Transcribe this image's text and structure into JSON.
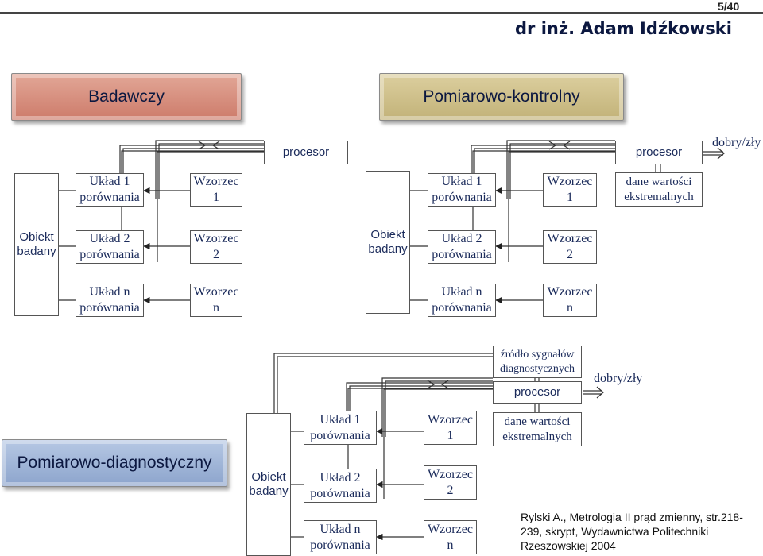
{
  "header": {
    "author": "dr inż. Adam Idźkowski",
    "page": "5/40"
  },
  "banners": {
    "badawczy": "Badawczy",
    "pomiarowo_kontrolny": "Pomiarowo-kontrolny",
    "pomiarowo_diagnostyczny": "Pomiarowo-diagnostyczny"
  },
  "diagram_badawczy": {
    "procesor": "procesor",
    "obiekt": "Obiekt badany",
    "uklady": [
      "Układ 1 porównania",
      "Układ 2 porównania",
      "Układ n porównania"
    ],
    "wzorce": [
      "Wzorzec 1",
      "Wzorzec 2",
      "Wzorzec n"
    ]
  },
  "diagram_kontrolny": {
    "procesor": "procesor",
    "dane": "dane wartości ekstremalnych",
    "wynik": "dobry/zły",
    "obiekt": "Obiekt badany",
    "uklady": [
      "Układ 1 porównania",
      "Układ 2 porównania",
      "Układ n porównania"
    ],
    "wzorce": [
      "Wzorzec 1",
      "Wzorzec 2",
      "Wzorzec n"
    ]
  },
  "diagram_diagnostyczny": {
    "zrodlo": "źródło sygnałów diagnostycznych",
    "procesor": "procesor",
    "dane": "dane wartości ekstremalnych",
    "wynik": "dobry/zły",
    "obiekt": "Obiekt badany",
    "uklady": [
      "Układ 1 porównania",
      "Układ 2 porównania",
      "Układ n porównania"
    ],
    "wzorce": [
      "Wzorzec 1",
      "Wzorzec 2",
      "Wzorzec n"
    ]
  },
  "citation": "Rylski A., Metrologia II prąd zmienny, str.218-239, skrypt, Wydawnictwa Politechniki Rzeszowskiej 2004"
}
